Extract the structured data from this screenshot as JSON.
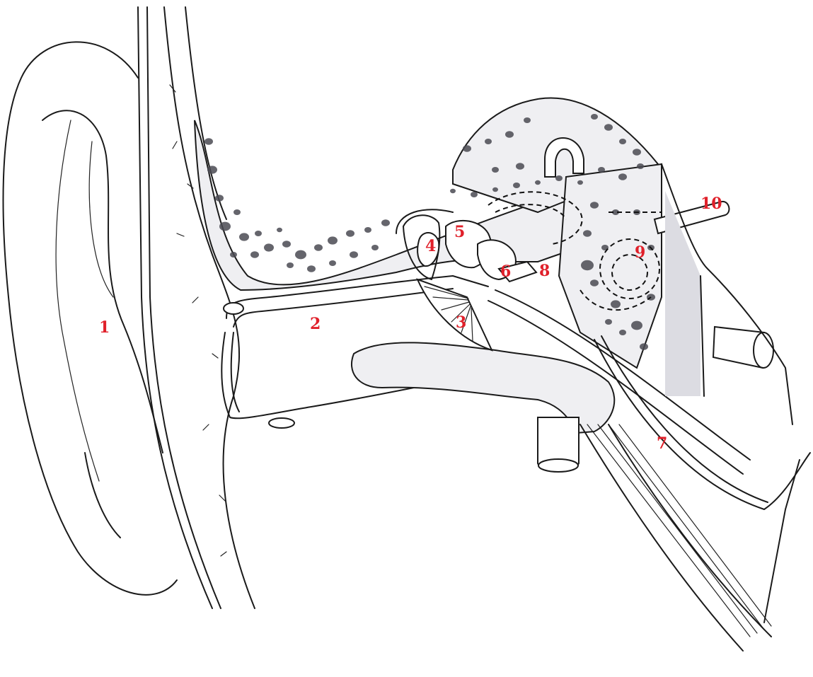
{
  "diagram": {
    "labels": [
      "1",
      "2",
      "3",
      "4",
      "5",
      "6",
      "7",
      "8",
      "9",
      "10"
    ],
    "label_color": "#e0202a",
    "line_color": "#1a1a1a",
    "bone_fill": "#efeff2",
    "pore_color": "#4a4a52"
  }
}
